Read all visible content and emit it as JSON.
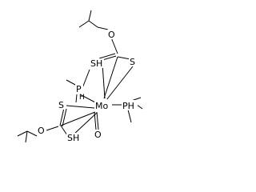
{
  "molecule": {
    "atoms": {
      "o_top": "O",
      "sh_top": "SH",
      "s_top": "S",
      "p_left": "P",
      "h_p_left": "H",
      "mo": "Mo",
      "ph_right": "PH",
      "s_left": "S",
      "o_left": "O",
      "sh_bottom": "SH",
      "o_oxo": "O"
    }
  }
}
